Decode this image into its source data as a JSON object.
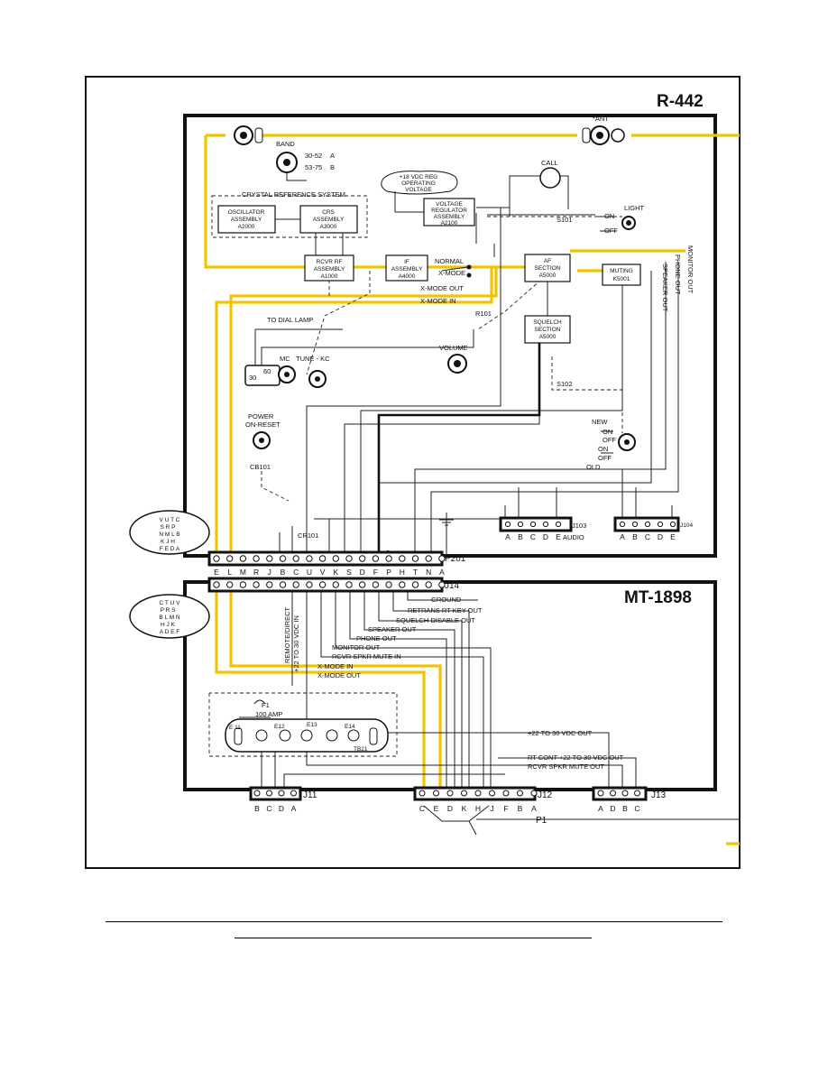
{
  "titles": {
    "receiver": "R-442",
    "mount": "MT-1898"
  },
  "controls": {
    "band": {
      "label": "BAND",
      "opt_a": "30-52",
      "opt_a_mark": "A",
      "opt_b": "53-75",
      "opt_b_mark": "B"
    },
    "ant": "*ANT",
    "call": "CALL",
    "light": "LIGHT",
    "on": "ON",
    "off": "OFF",
    "s101": "S101",
    "s102": "S102",
    "volume": "VOLUME",
    "r101": "R101",
    "mc": "MC",
    "tune": "TUNE - KC",
    "dial_lamp": "TO DIAL LAMP",
    "power_1": "POWER",
    "power_2": "ON-RESET",
    "cb101": "CB101",
    "cr101": "CR101",
    "new": "NEW",
    "old": "OLD",
    "normal": "NORMAL",
    "xmode": "X-MODE",
    "dial_30": "30",
    "dial_60": "60"
  },
  "blocks": {
    "crystal_system": "CRYSTAL REFERENCE SYSTEM",
    "osc": [
      "OSCILLATOR",
      "ASSEMBLY",
      "A2000"
    ],
    "crs": [
      "CRS",
      "ASSEMBLY",
      "A3000"
    ],
    "vreg_note": [
      "+18 VDC REG",
      "OPERATING",
      "VOLTAGE"
    ],
    "vreg": [
      "VOLTAGE",
      "REGULATOR",
      "ASSEMBLY",
      "A2100"
    ],
    "rcvr_rf": [
      "RCVR RF",
      "ASSEMBLY",
      "A1000"
    ],
    "if": [
      "IF",
      "ASSEMBLY",
      "A4000"
    ],
    "af": [
      "AF",
      "SECTION",
      "A5000"
    ],
    "muting": [
      "MUTING",
      "K5001"
    ],
    "squelch": [
      "SQUELCH",
      "SECTION",
      "A5000"
    ]
  },
  "signals": {
    "xmode_out": "X-MODE OUT",
    "xmode_in": "X-MODE IN",
    "monitor_out": "MONITOR OUT",
    "phone_out": "PHONE OUT",
    "speaker_out": "SPEAKER OUT",
    "audio": "AUDIO"
  },
  "connectors": {
    "p201": "P201",
    "j14": "J14",
    "j103": "J103",
    "j104": "J104",
    "j11": "J11",
    "j12": "J12",
    "j13": "J13",
    "p1": "P1",
    "p201_pins": [
      "E",
      "L",
      "M",
      "R",
      "J",
      "B",
      "C",
      "U",
      "V",
      "K",
      "S",
      "D",
      "F",
      "P",
      "H",
      "T",
      "N",
      "A"
    ],
    "j103_pins": [
      "A",
      "B",
      "C",
      "D",
      "E"
    ],
    "j104_pins": [
      "A",
      "B",
      "C",
      "D",
      "E"
    ],
    "j11_pins": [
      "B",
      "C",
      "D",
      "A"
    ],
    "j12_pins": [
      "C",
      "E",
      "D",
      "K",
      "H",
      "J",
      "F",
      "B",
      "A"
    ],
    "j13_pins": [
      "A",
      "D",
      "B",
      "C"
    ]
  },
  "mt_labels": {
    "ground": "GROUND",
    "retrans": "RETRANS RT KEY OUT",
    "squelch_disable": "SQUELCH DISABLE OUT",
    "speaker_out": "SPEAKER OUT",
    "phone_out": "PHONE OUT",
    "monitor_out": "MONITOR OUT",
    "rcvr_spkr_mute_in": "RCVR SPKR MUTE IN",
    "remote_direct": "REMOTE/DIRECT",
    "v22_30_in": "+22 TO 30 VDC IN",
    "xmode_in": "X-MODE IN",
    "xmode_out": "X-MODE OUT",
    "f1": "F1",
    "amp": "100 AMP",
    "e12": "E12",
    "e13": "E13",
    "e14": "E14",
    "e11": "E 11",
    "tb21": "TB21",
    "v22_30_out": "+22 TO 30 VDC OUT",
    "rt_cont": "RT CONT +22 TO 30 VDC OUT",
    "rcvr_spkr_mute_out": "RCVR SPKR MUTE OUT"
  },
  "facemaps": {
    "p201_face": [
      "V  U  T  C",
      "S  R  P",
      "N  M  L  B",
      "K  J  H",
      "F  E  D  A"
    ],
    "j14_face": [
      "C  T  U  V",
      "P  R  S",
      "B  L  M  N",
      "H  J  K",
      "A  D  E  F"
    ]
  },
  "colors": {
    "yellow_wire": "#f2c400",
    "wire": "#111111"
  }
}
